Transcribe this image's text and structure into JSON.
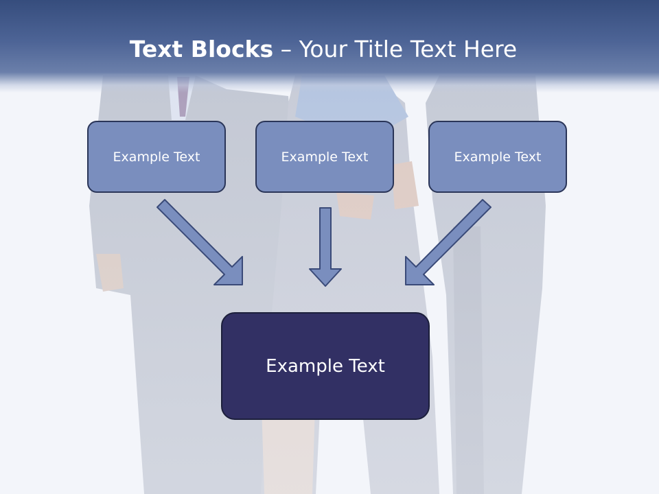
{
  "title": {
    "bold": "Text Blocks",
    "separator": " – ",
    "rest": "Your Title Text Here"
  },
  "blocks": [
    {
      "label": "Example Text"
    },
    {
      "label": "Example Text"
    },
    {
      "label": "Example Text"
    }
  ],
  "main_block": {
    "label": "Example Text"
  },
  "colors": {
    "title_bar": "#4d6496",
    "small_block_fill": "#7a8ebe",
    "main_block_fill": "#323064",
    "arrow_fill": "#7a8ebe",
    "arrow_stroke": "#3a4a78"
  }
}
